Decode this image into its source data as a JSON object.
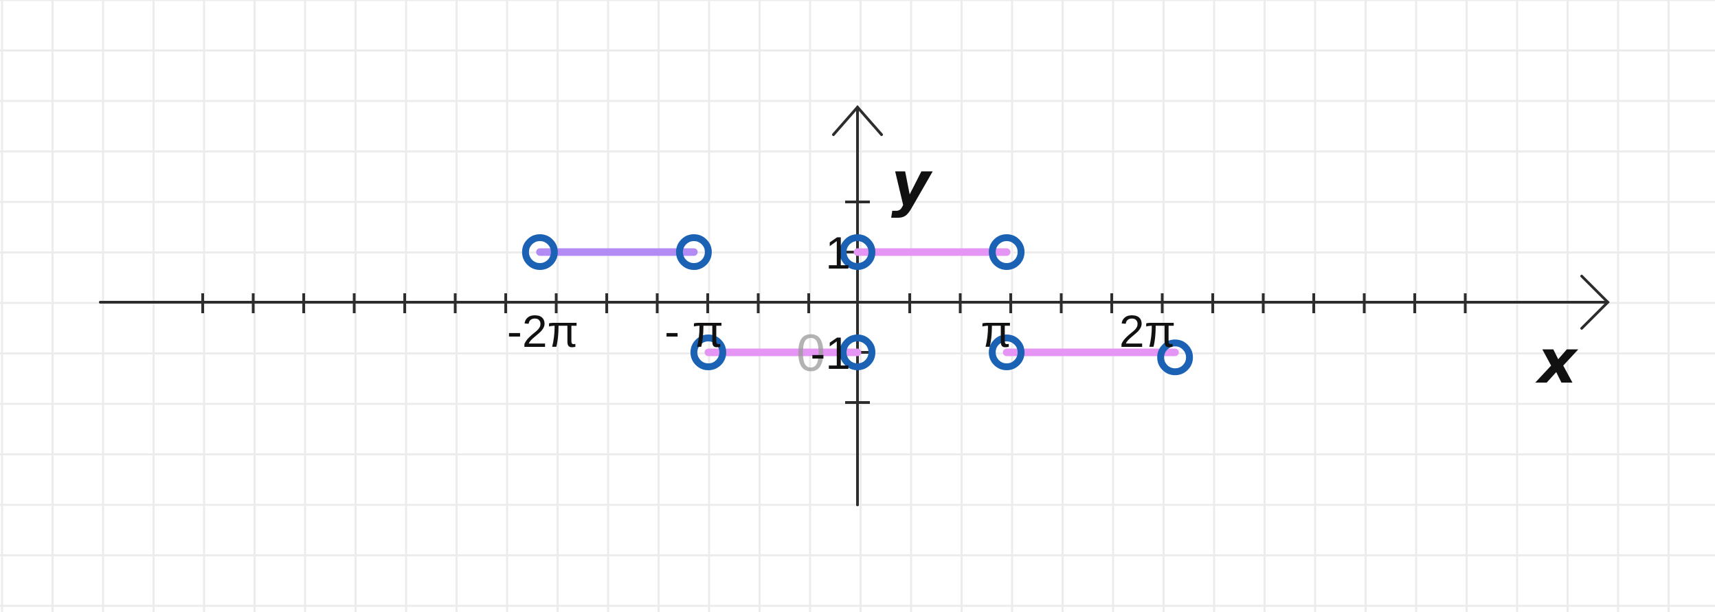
{
  "axes": {
    "x_name": "x",
    "y_name": "y",
    "origin_label": "0"
  },
  "x_ticks": [
    {
      "value": -6.283185,
      "label": "-2π"
    },
    {
      "value": -3.141593,
      "label": "- π"
    },
    {
      "value": 3.141593,
      "label": "π"
    },
    {
      "value": 6.283185,
      "label": "2π"
    }
  ],
  "y_ticks": [
    {
      "value": 1,
      "label": "1"
    },
    {
      "value": -1,
      "label": "-1"
    }
  ],
  "segments": [
    {
      "x1": -6.6,
      "x2": -3.4,
      "y": 1,
      "color": "#b28cf4"
    },
    {
      "x1": -3.1,
      "x2": 0,
      "y": -1,
      "color": "#e596f5"
    },
    {
      "x1": 0,
      "x2": 3.1,
      "y": 1,
      "color": "#e596f5"
    },
    {
      "x1": 3.1,
      "x2": 6.6,
      "y": -1,
      "color": "#e596f5"
    }
  ],
  "open_points": [
    {
      "x": -6.6,
      "y": 1
    },
    {
      "x": -3.4,
      "y": 1
    },
    {
      "x": -3.1,
      "y": -1
    },
    {
      "x": 0,
      "y": 1
    },
    {
      "x": 0,
      "y": -1
    },
    {
      "x": 3.1,
      "y": 1
    },
    {
      "x": 3.1,
      "y": -1
    },
    {
      "x": 6.6,
      "y": -1.1
    }
  ],
  "colors": {
    "grid": "#ececec",
    "axis": "#2d2d2d",
    "open_point_stroke": "#1b62b5"
  }
}
